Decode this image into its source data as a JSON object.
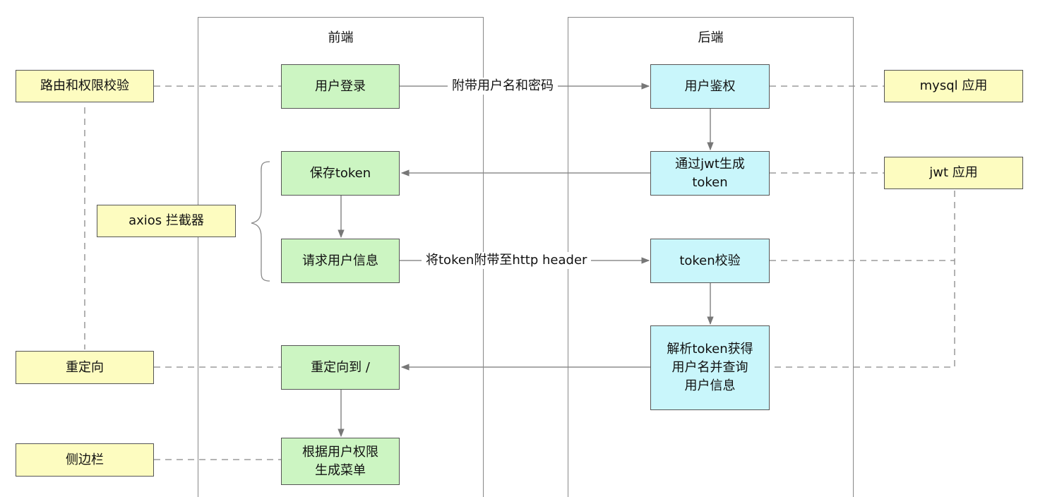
{
  "lanes": {
    "frontend": "前端",
    "backend": "后端"
  },
  "nodes": {
    "login": "用户登录",
    "save_token": "保存token",
    "request_info": "请求用户信息",
    "redirect_to": "重定向到 /",
    "gen_menu": "根据用户权限\n生成菜单",
    "auth": "用户鉴权",
    "jwt_gen": "通过jwt生成\ntoken",
    "token_check": "token校验",
    "parse_token": "解析token获得\n用户名并查询\n用户信息"
  },
  "side_notes": {
    "route_check": "路由和权限校验",
    "axios": "axios 拦截器",
    "redirect": "重定向",
    "sidebar": "侧边栏",
    "mysql": "mysql 应用",
    "jwt": "jwt 应用"
  },
  "edge_labels": {
    "login_to_auth": "附带用户名和密码",
    "request_to_check": "将token附带至http header"
  },
  "colors": {
    "frontend_node": "#ccf5c2",
    "backend_node": "#c9f6fb",
    "note": "#fdfcc0",
    "line": "#777777"
  }
}
